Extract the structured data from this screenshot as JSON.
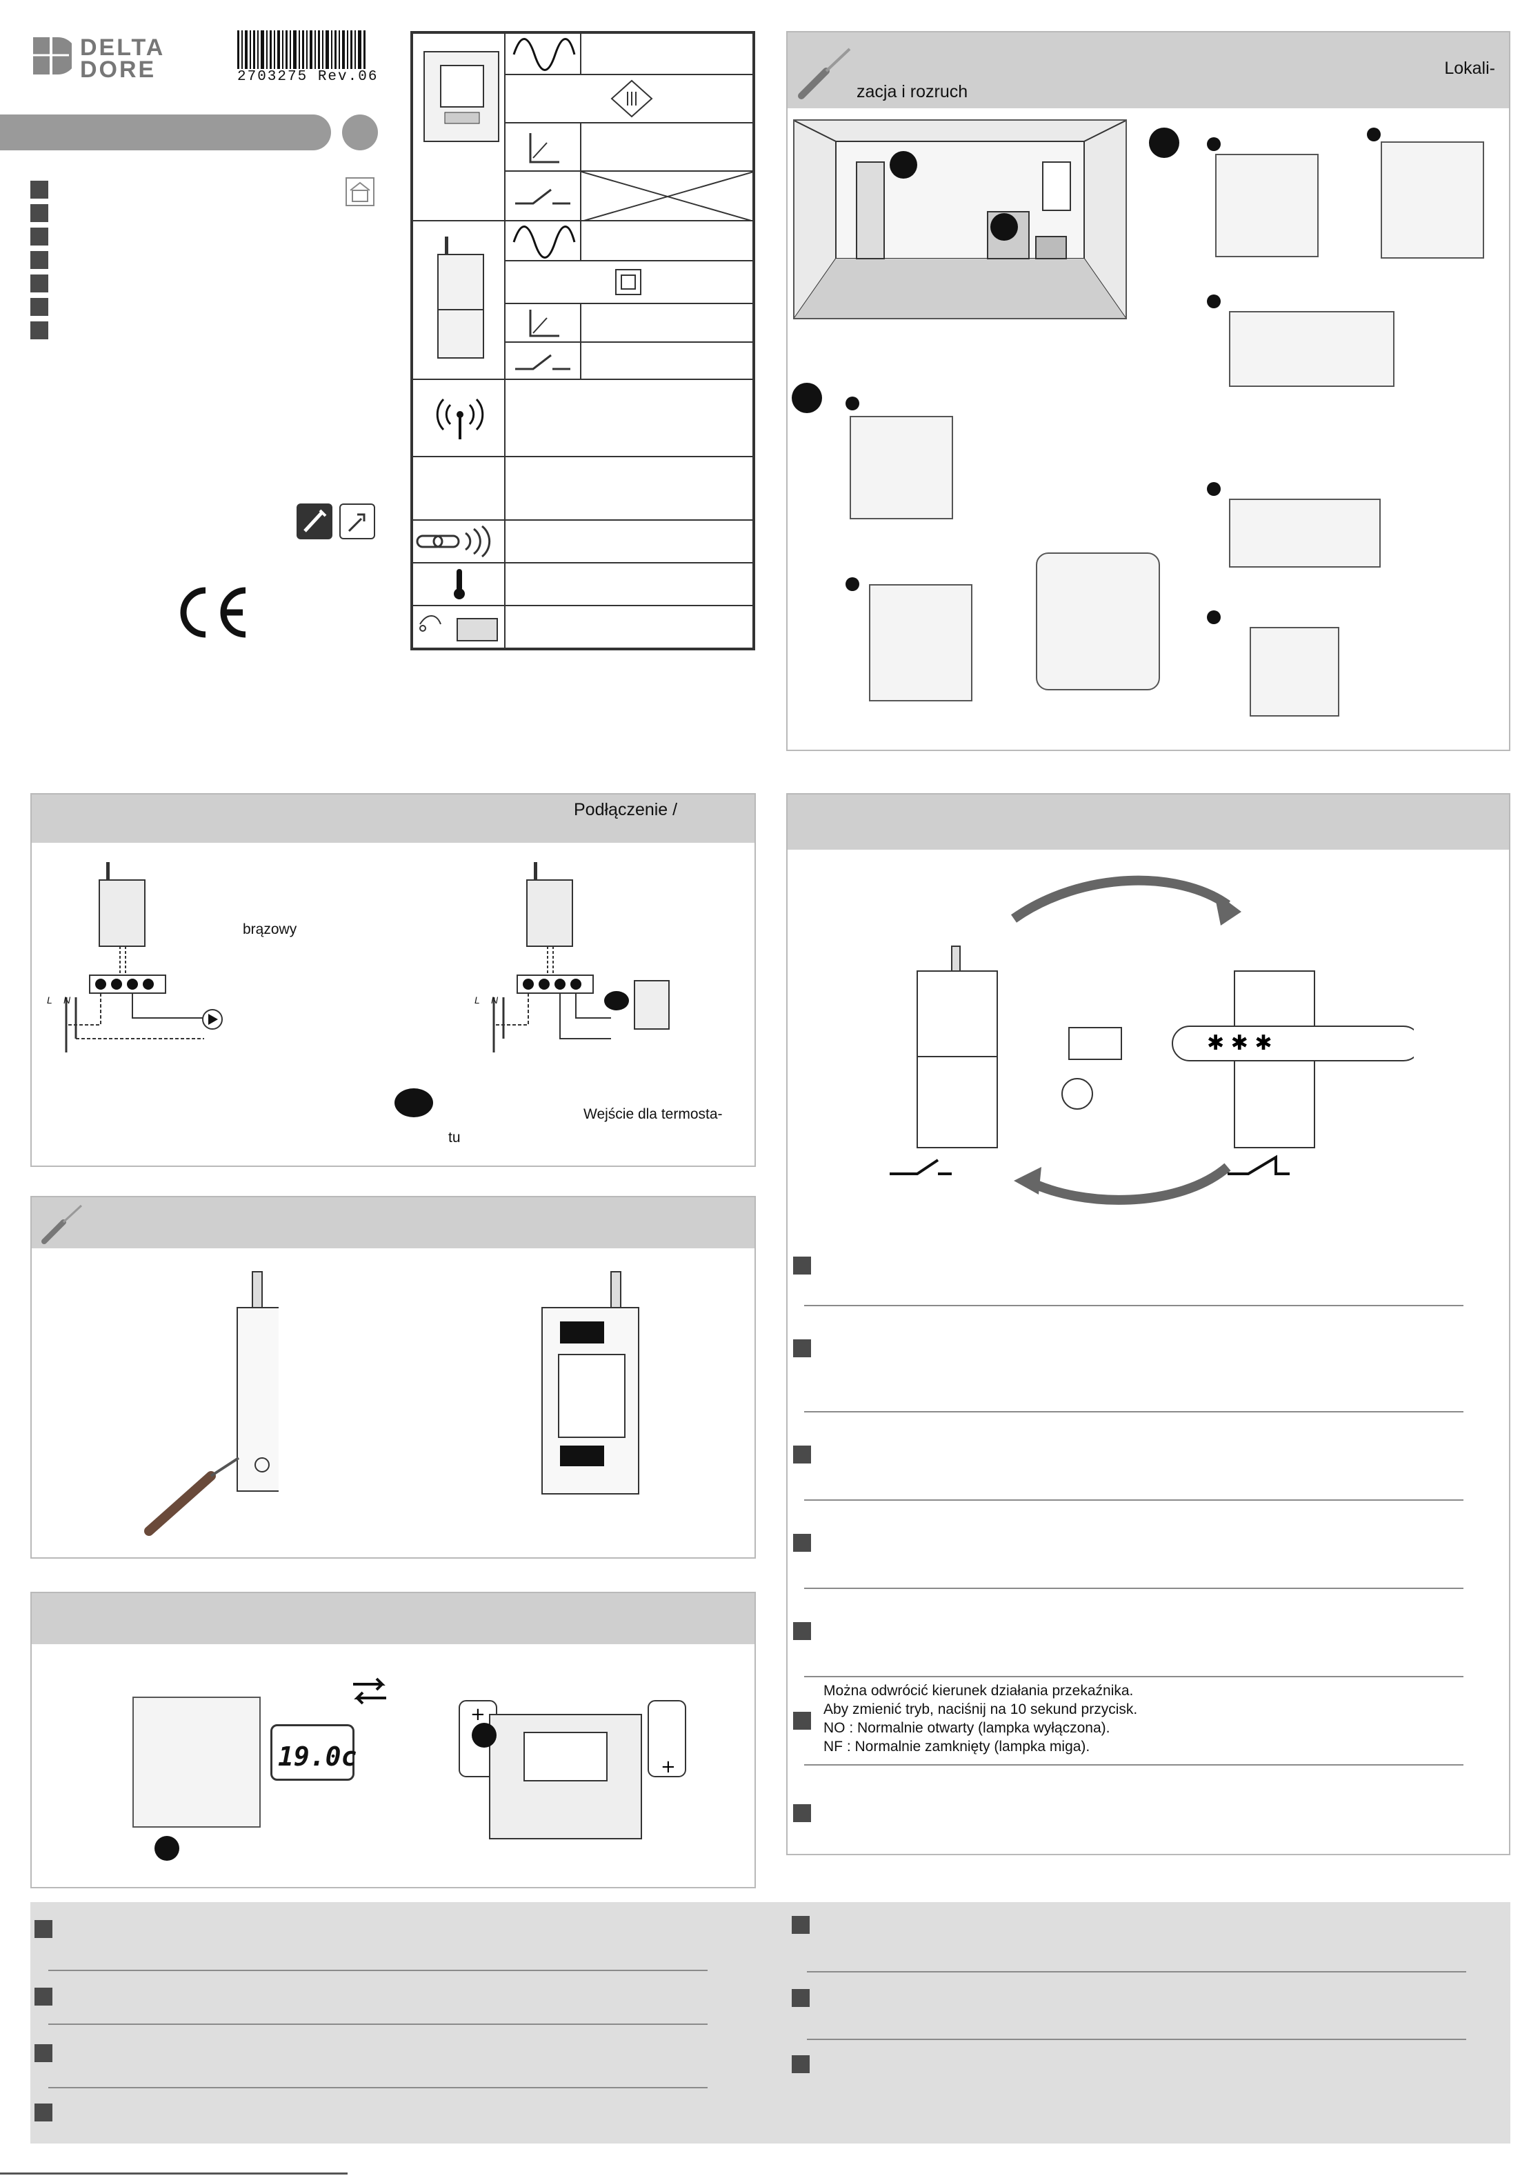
{
  "brand": {
    "line1": "DELTA",
    "line2": "DORE"
  },
  "reference": "2703275 Rev.06",
  "sections": {
    "localization": {
      "title": "Lokali-",
      "title_cont": "zacja i rozruch"
    },
    "connection": {
      "title": "Podłączenie /",
      "label_brown": "brązowy",
      "label_L": "L",
      "label_N": "N",
      "label_input_a": "Wejście dla termosta-",
      "label_input_b": "tu"
    },
    "relay_mode": {
      "line1": "Można odwrócić kierunek działania przekaźnika.",
      "line2": "Aby zmienić tryb, naciśnij na 10 sekund przycisk.",
      "line3": "NO : Normalnie otwarty (lampka wyłączona).",
      "line4": "NF : Normalnie zamknięty (lampka miga)."
    },
    "display": {
      "temperature": "19.0c"
    }
  },
  "colors": {
    "header_grey": "#cfcfcf",
    "bottom_grey": "#dedede",
    "square": "#4a4a4a",
    "title_bar": "#9a9a9a"
  }
}
